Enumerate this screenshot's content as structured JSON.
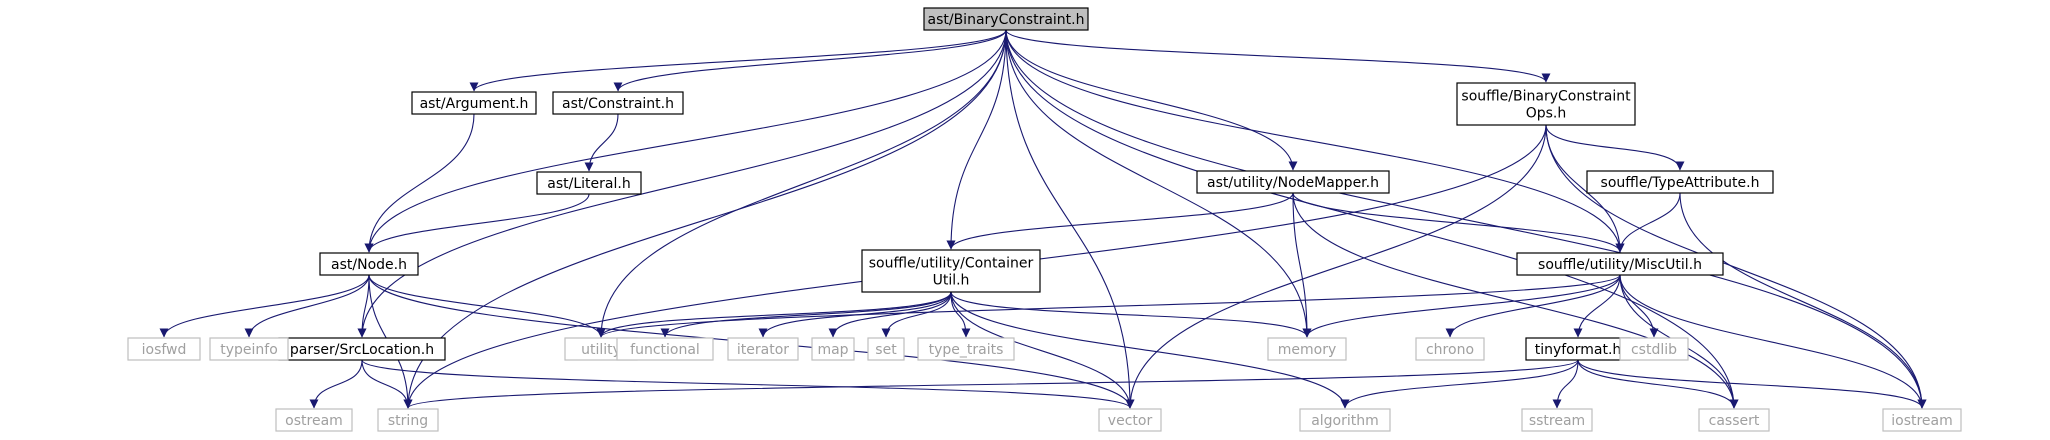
{
  "graph": {
    "root": "ast/BinaryConstraint.h",
    "nodes": [
      {
        "id": "root",
        "lines": [
          "ast/BinaryConstraint.h"
        ],
        "kind": "root"
      },
      {
        "id": "argument",
        "lines": [
          "ast/Argument.h"
        ],
        "kind": "header"
      },
      {
        "id": "constraint",
        "lines": [
          "ast/Constraint.h"
        ],
        "kind": "header"
      },
      {
        "id": "literal",
        "lines": [
          "ast/Literal.h"
        ],
        "kind": "header"
      },
      {
        "id": "node",
        "lines": [
          "ast/Node.h"
        ],
        "kind": "header"
      },
      {
        "id": "srcloc",
        "lines": [
          "parser/SrcLocation.h"
        ],
        "kind": "header"
      },
      {
        "id": "bcops",
        "lines": [
          "souffle/BinaryConstraint",
          "Ops.h"
        ],
        "kind": "header"
      },
      {
        "id": "nodemapper",
        "lines": [
          "ast/utility/NodeMapper.h"
        ],
        "kind": "header"
      },
      {
        "id": "typeattr",
        "lines": [
          "souffle/TypeAttribute.h"
        ],
        "kind": "header"
      },
      {
        "id": "containerutil",
        "lines": [
          "souffle/utility/Container",
          "Util.h"
        ],
        "kind": "header"
      },
      {
        "id": "miscutil",
        "lines": [
          "souffle/utility/MiscUtil.h"
        ],
        "kind": "header"
      },
      {
        "id": "tinyformat",
        "lines": [
          "tinyformat.h"
        ],
        "kind": "header"
      },
      {
        "id": "iosfwd",
        "lines": [
          "iosfwd"
        ],
        "kind": "system"
      },
      {
        "id": "typeinfo",
        "lines": [
          "typeinfo"
        ],
        "kind": "system"
      },
      {
        "id": "utility",
        "lines": [
          "utility"
        ],
        "kind": "system"
      },
      {
        "id": "functional",
        "lines": [
          "functional"
        ],
        "kind": "system"
      },
      {
        "id": "iterator",
        "lines": [
          "iterator"
        ],
        "kind": "system"
      },
      {
        "id": "map",
        "lines": [
          "map"
        ],
        "kind": "system"
      },
      {
        "id": "set",
        "lines": [
          "set"
        ],
        "kind": "system"
      },
      {
        "id": "type_traits",
        "lines": [
          "type_traits"
        ],
        "kind": "system"
      },
      {
        "id": "memory",
        "lines": [
          "memory"
        ],
        "kind": "system"
      },
      {
        "id": "chrono",
        "lines": [
          "chrono"
        ],
        "kind": "system"
      },
      {
        "id": "cstdlib",
        "lines": [
          "cstdlib"
        ],
        "kind": "system"
      },
      {
        "id": "ostream",
        "lines": [
          "ostream"
        ],
        "kind": "system"
      },
      {
        "id": "string",
        "lines": [
          "string"
        ],
        "kind": "system"
      },
      {
        "id": "vector",
        "lines": [
          "vector"
        ],
        "kind": "system"
      },
      {
        "id": "algorithm",
        "lines": [
          "algorithm"
        ],
        "kind": "system"
      },
      {
        "id": "sstream",
        "lines": [
          "sstream"
        ],
        "kind": "system"
      },
      {
        "id": "cassert",
        "lines": [
          "cassert"
        ],
        "kind": "system"
      },
      {
        "id": "iostream",
        "lines": [
          "iostream"
        ],
        "kind": "system"
      }
    ],
    "edges": [
      [
        "root",
        "argument"
      ],
      [
        "root",
        "constraint"
      ],
      [
        "root",
        "node"
      ],
      [
        "root",
        "srcloc"
      ],
      [
        "root",
        "bcops"
      ],
      [
        "root",
        "nodemapper"
      ],
      [
        "root",
        "containerutil"
      ],
      [
        "root",
        "miscutil"
      ],
      [
        "root",
        "string"
      ],
      [
        "root",
        "utility"
      ],
      [
        "root",
        "vector"
      ],
      [
        "root",
        "memory"
      ],
      [
        "root",
        "cassert"
      ],
      [
        "root",
        "iostream"
      ],
      [
        "argument",
        "node"
      ],
      [
        "constraint",
        "literal"
      ],
      [
        "literal",
        "node"
      ],
      [
        "node",
        "srcloc"
      ],
      [
        "node",
        "iosfwd"
      ],
      [
        "node",
        "typeinfo"
      ],
      [
        "node",
        "utility"
      ],
      [
        "node",
        "string"
      ],
      [
        "node",
        "vector"
      ],
      [
        "srcloc",
        "ostream"
      ],
      [
        "srcloc",
        "string"
      ],
      [
        "srcloc",
        "vector"
      ],
      [
        "bcops",
        "typeattr"
      ],
      [
        "bcops",
        "miscutil"
      ],
      [
        "bcops",
        "string"
      ],
      [
        "bcops",
        "vector"
      ],
      [
        "bcops",
        "iostream"
      ],
      [
        "nodemapper",
        "containerutil"
      ],
      [
        "nodemapper",
        "miscutil"
      ],
      [
        "nodemapper",
        "memory"
      ],
      [
        "nodemapper",
        "cassert"
      ],
      [
        "typeattr",
        "miscutil"
      ],
      [
        "typeattr",
        "iostream"
      ],
      [
        "containerutil",
        "utility"
      ],
      [
        "containerutil",
        "functional"
      ],
      [
        "containerutil",
        "iterator"
      ],
      [
        "containerutil",
        "map"
      ],
      [
        "containerutil",
        "set"
      ],
      [
        "containerutil",
        "type_traits"
      ],
      [
        "containerutil",
        "memory"
      ],
      [
        "containerutil",
        "vector"
      ],
      [
        "containerutil",
        "algorithm"
      ],
      [
        "miscutil",
        "utility"
      ],
      [
        "miscutil",
        "memory"
      ],
      [
        "miscutil",
        "chrono"
      ],
      [
        "miscutil",
        "tinyformat"
      ],
      [
        "miscutil",
        "cstdlib"
      ],
      [
        "miscutil",
        "cassert"
      ],
      [
        "miscutil",
        "iostream"
      ],
      [
        "tinyformat",
        "string"
      ],
      [
        "tinyformat",
        "algorithm"
      ],
      [
        "tinyformat",
        "sstream"
      ],
      [
        "tinyformat",
        "cassert"
      ],
      [
        "tinyformat",
        "iostream"
      ]
    ]
  },
  "colors": {
    "edge": "#191970",
    "root_fill": "#bfbfbf",
    "header_border": "#000000",
    "system_border": "#bfbfbf",
    "system_text": "#a0a0a0"
  }
}
